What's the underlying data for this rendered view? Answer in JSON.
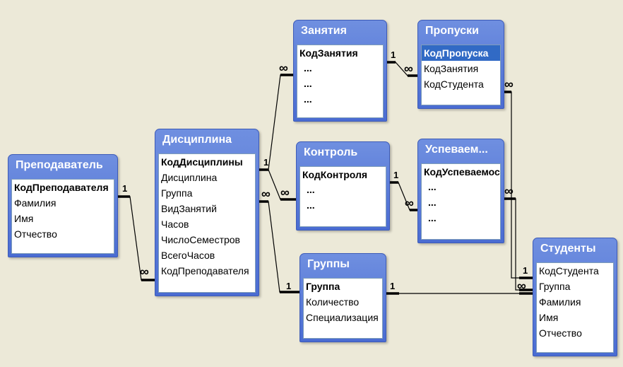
{
  "tables": {
    "prepod": {
      "title": "Преподаватель",
      "fields": [
        "КодПреподавателя",
        "Фамилия",
        "Имя",
        "Отчество"
      ]
    },
    "disc": {
      "title": "Дисциплина",
      "fields": [
        "КодДисциплины",
        "Дисциплина",
        "Группа",
        "ВидЗанятий",
        "Часов",
        "ЧислоСеместров",
        "ВсегоЧасов",
        "КодПреподавателя"
      ]
    },
    "zanyatiya": {
      "title": "Занятия",
      "fields": [
        "КодЗанятия",
        "...",
        "...",
        "..."
      ]
    },
    "propuski": {
      "title": "Пропуски",
      "fields": [
        "КодПропуска",
        "КодЗанятия",
        "КодСтудента"
      ]
    },
    "kontrol": {
      "title": "Контроль",
      "fields": [
        "КодКонтроля",
        "...",
        "..."
      ]
    },
    "uspev": {
      "title": "Успеваем...",
      "fields": [
        "КодУспеваемост",
        "...",
        "...",
        "..."
      ]
    },
    "gruppy": {
      "title": "Группы",
      "fields": [
        "Группа",
        "Количество",
        "Специализация"
      ]
    },
    "studenty": {
      "title": "Студенты",
      "fields": [
        "КодСтудента",
        "Группа",
        "Фамилия",
        "Имя",
        "Отчество"
      ]
    }
  },
  "cardinality": {
    "one": "1",
    "many": "∞"
  },
  "colors": {
    "title_bar": "#5b7ddb",
    "selection": "#316ac5",
    "background": "#ece9d8"
  }
}
